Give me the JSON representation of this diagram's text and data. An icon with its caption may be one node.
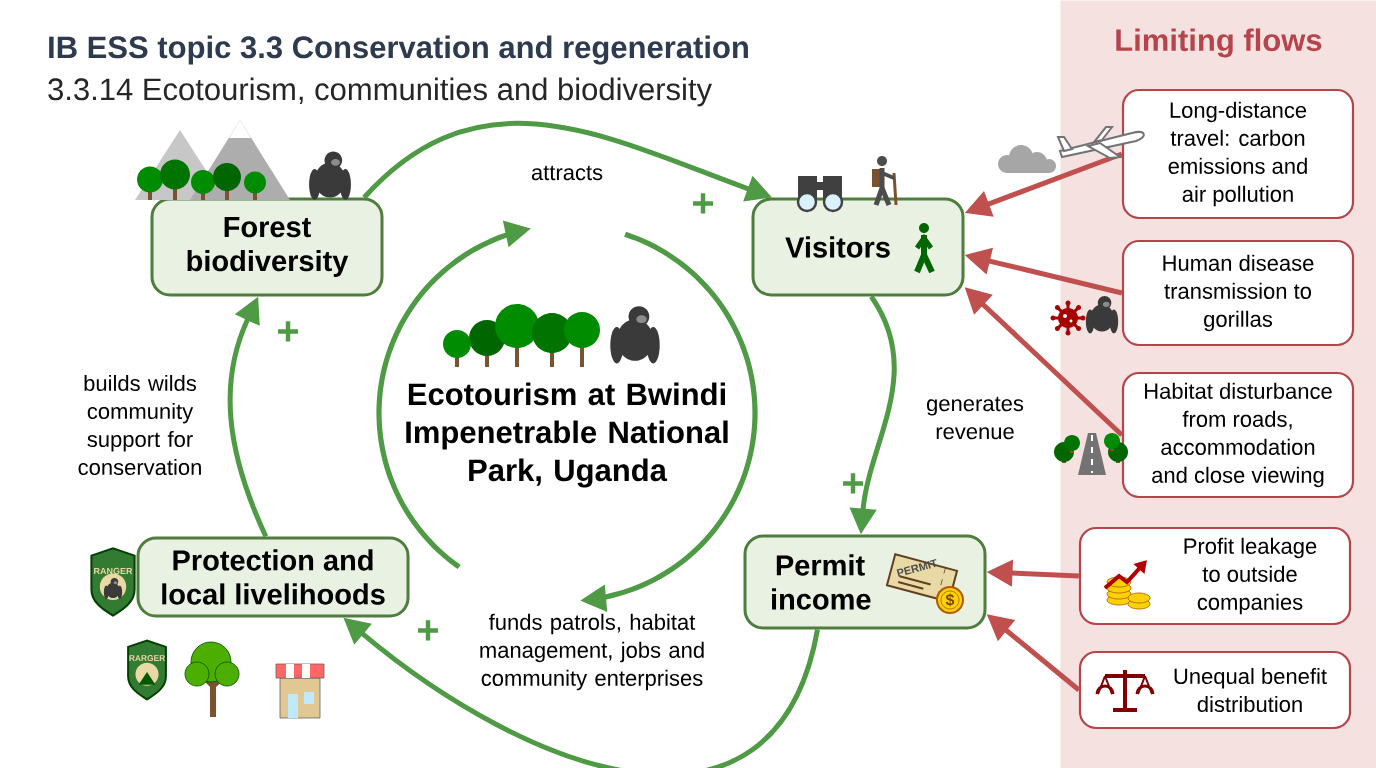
{
  "diagram": {
    "title": "IB ESS topic 3.3 Conservation and regeneration",
    "nodes": [
      {
        "text": [
          "Forest biodiversity"
        ]
      },
      {
        "text": [
          "Visitors"
        ]
      },
      {
        "text": [
          "Permit income"
        ]
      },
      {
        "text": [
          "Protection and local livelihoods"
        ]
      },
      {
        "text": [
          "Ecotourism at Bwindi Impenetrable National Park, Uganda"
        ]
      },
      {
        "text": [
          "Limiting flows"
        ]
      },
      {
        "text": [
          "Long-distance travel: carbon emissions and air pollution"
        ],
        "in": 5
      },
      {
        "text": [
          "Human disease transmission to gorillas"
        ],
        "in": 5
      },
      {
        "text": [
          "Habitat disturbance from roads, accommodation and close viewing"
        ],
        "in": 5
      },
      {
        "text": [
          "Profit leakage to outside companies"
        ],
        "in": 5
      },
      {
        "text": [
          "Unequal benefit distribution"
        ],
        "in": 5
      }
    ],
    "edges": [
      {
        "from": 0,
        "to": 1,
        "arrow": "to",
        "label": "attracts",
        "color": "#4f9a45"
      },
      {
        "from": 1,
        "to": 2,
        "arrow": "to",
        "label": "generates revenue",
        "color": "#4f9a45"
      },
      {
        "from": 2,
        "to": 3,
        "arrow": "to",
        "label": "funds patrols, habitat management, jobs and community enterprises",
        "color": "#4f9a45"
      },
      {
        "from": 3,
        "to": 0,
        "arrow": "to",
        "label": "builds wilds community support for conservation",
        "color": "#4f9a45"
      },
      {
        "from": 6,
        "to": 1,
        "arrow": "to"
      },
      {
        "from": 7,
        "to": 1,
        "arrow": "to"
      },
      {
        "from": 8,
        "to": 1,
        "arrow": "to"
      },
      {
        "from": 9,
        "to": 2,
        "arrow": "to"
      },
      {
        "from": 10,
        "to": 2,
        "arrow": "to"
      }
    ],
    "labels": [
      "3.3.14 Ecotourism, communities and biodiversity",
      "+",
      "+",
      "+",
      "+",
      "RANGER",
      "RARGER",
      "PERMIT",
      "$"
    ]
  }
}
